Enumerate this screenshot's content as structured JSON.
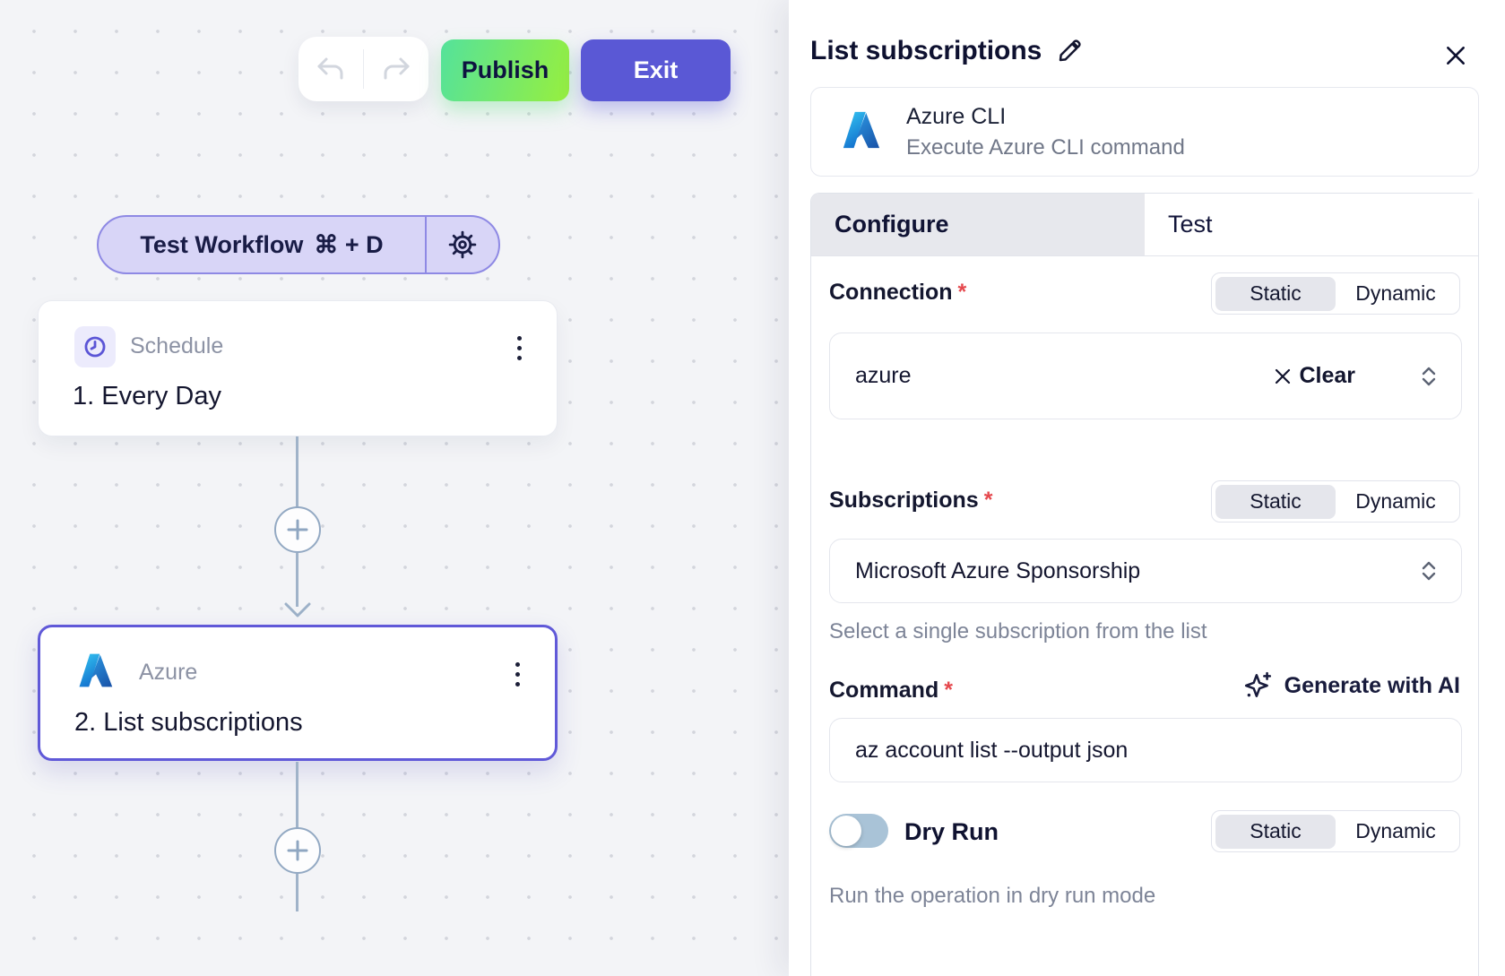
{
  "toolbar": {
    "publish": "Publish",
    "exit": "Exit"
  },
  "canvas": {
    "test_workflow": {
      "label": "Test Workflow",
      "shortcut": "⌘ + D"
    },
    "nodes": [
      {
        "app": "Schedule",
        "title": "1. Every Day"
      },
      {
        "app": "Azure",
        "title": "2. List subscriptions",
        "selected": true
      }
    ]
  },
  "panel": {
    "title": "List subscriptions",
    "app_card": {
      "name": "Azure CLI",
      "description": "Execute Azure CLI command"
    },
    "tabs": {
      "configure": "Configure",
      "test": "Test"
    },
    "modes": {
      "static": "Static",
      "dynamic": "Dynamic"
    },
    "required_marker": "*",
    "connection": {
      "label": "Connection",
      "value": "azure",
      "clear": "Clear"
    },
    "subscriptions": {
      "label": "Subscriptions",
      "value": "Microsoft Azure Sponsorship",
      "helper": "Select a single subscription from the list"
    },
    "command": {
      "label": "Command",
      "value": "az account list --output json",
      "generate": "Generate with AI"
    },
    "dry_run": {
      "label": "Dry Run",
      "enabled": false,
      "helper": "Run the operation in dry run mode"
    }
  },
  "colors": {
    "accent_purple": "#5a58d5",
    "publish_green_start": "#54e29b",
    "publish_green_end": "#97ef3e",
    "selected_node_border": "#6059d8",
    "toggle_off_track": "#a9c3d7",
    "required_red": "#e5484d",
    "connector": "#9db1c8"
  }
}
